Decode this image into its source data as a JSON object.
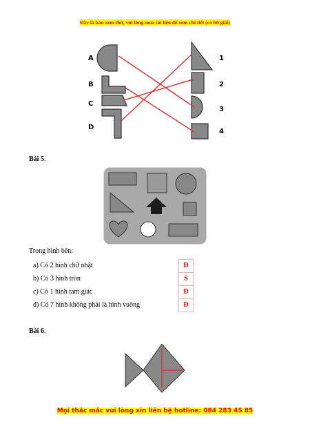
{
  "top_banner": "Đây là bản xem thử, vui lòng mua tài liệu để xem chi tiết (có lời giải)",
  "matching": {
    "left_labels": [
      "A",
      "B",
      "C",
      "D"
    ],
    "right_labels": [
      "1",
      "2",
      "3",
      "4"
    ]
  },
  "bai5": {
    "title": "Bài 5",
    "suffix": "."
  },
  "intro": "Trong hình bên:",
  "statements": [
    {
      "text": "a) Có 2 hình chữ nhật",
      "answer": "Đ"
    },
    {
      "text": "b) Có 3 hình tròn",
      "answer": "S"
    },
    {
      "text": "c) Có 1 hình tam giác",
      "answer": "Đ"
    },
    {
      "text": "d) Có 7 hình không phải là hình vuông",
      "answer": "Đ"
    }
  ],
  "bai6": {
    "title": "Bài 6",
    "suffix": "."
  },
  "bottom_banner": "Mọi thắc mắc vui lòng xin liên hệ hotline: 084 283 45 85",
  "colors": {
    "banner_bg": "#ffff00",
    "banner_text": "#ff0000",
    "line": "#d43a3a",
    "answer": "#cc0000"
  }
}
